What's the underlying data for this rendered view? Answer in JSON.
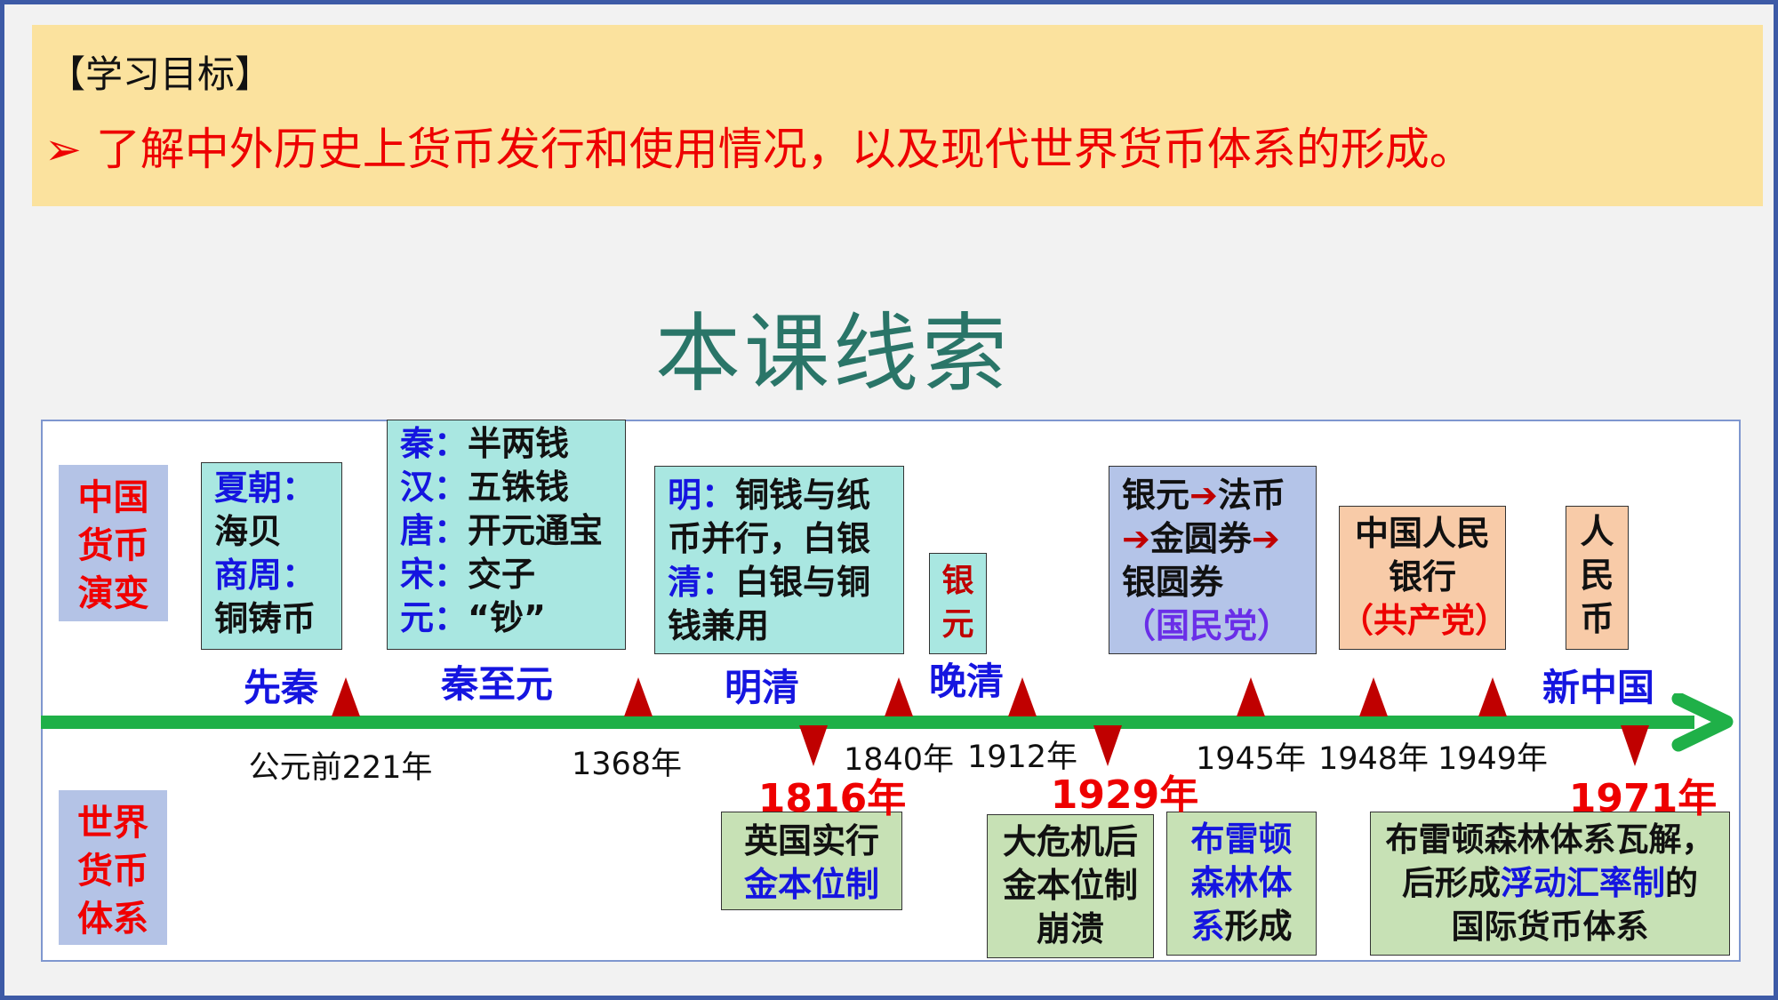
{
  "colors": {
    "k": "#111111",
    "b": "#1515e0",
    "r": "#ee0000",
    "dr": "#c00000",
    "p": "#6a2ee8",
    "arrow": "#c00000",
    "green": "#1fb048"
  },
  "goal": {
    "title": "【学习目标】",
    "bullet": "➢",
    "text": "了解中外历史上货币发行和使用情况，以及现代世界货币体系的形成。"
  },
  "title": "本课线索",
  "side": {
    "china": [
      "中国",
      "货币",
      "演变"
    ],
    "world": [
      "世界",
      "货币",
      "体系"
    ]
  },
  "china_boxes": [
    {
      "lines": [
        [
          {
            "t": "夏朝：",
            "c": "b"
          }
        ],
        [
          {
            "t": "海贝",
            "c": "k"
          }
        ],
        [
          {
            "t": "商周：",
            "c": "b"
          }
        ],
        [
          {
            "t": "铜铸币",
            "c": "k"
          }
        ]
      ]
    },
    {
      "lines": [
        [
          {
            "t": "秦：",
            "c": "b"
          },
          {
            "t": "半两钱",
            "c": "k"
          }
        ],
        [
          {
            "t": "汉：",
            "c": "b"
          },
          {
            "t": "五铢钱",
            "c": "k"
          }
        ],
        [
          {
            "t": "唐：",
            "c": "b"
          },
          {
            "t": "开元通宝",
            "c": "k"
          }
        ],
        [
          {
            "t": "宋：",
            "c": "b"
          },
          {
            "t": "交子",
            "c": "k"
          }
        ],
        [
          {
            "t": "元：",
            "c": "b"
          },
          {
            "t": "“钞”",
            "c": "k"
          }
        ]
      ]
    },
    {
      "lines": [
        [
          {
            "t": "明：",
            "c": "b"
          },
          {
            "t": "铜钱与纸",
            "c": "k"
          }
        ],
        [
          {
            "t": "币并行，白银",
            "c": "k"
          }
        ],
        [
          {
            "t": "清：",
            "c": "b"
          },
          {
            "t": "白银与铜",
            "c": "k"
          }
        ],
        [
          {
            "t": "钱兼用",
            "c": "k"
          }
        ]
      ]
    },
    {
      "lines": [
        [
          {
            "t": "银",
            "c": "dr"
          }
        ],
        [
          {
            "t": "元",
            "c": "dr"
          }
        ]
      ]
    },
    {
      "lines": [
        [
          {
            "t": "银元",
            "c": "k"
          },
          {
            "t": "➔",
            "c": "arrow"
          },
          {
            "t": "法币",
            "c": "k"
          }
        ],
        [
          {
            "t": "➔",
            "c": "arrow"
          },
          {
            "t": "金圆券",
            "c": "k"
          },
          {
            "t": "➔",
            "c": "arrow"
          }
        ],
        [
          {
            "t": "银圆券",
            "c": "k"
          }
        ],
        [
          {
            "t": "（国民党）",
            "c": "p"
          }
        ]
      ]
    },
    {
      "lines": [
        [
          {
            "t": "中国人民",
            "c": "k"
          }
        ],
        [
          {
            "t": "银行",
            "c": "k"
          }
        ],
        [
          {
            "t": "（共产党）",
            "c": "r"
          }
        ]
      ]
    },
    {
      "lines": [
        [
          {
            "t": "人",
            "c": "k"
          }
        ],
        [
          {
            "t": "民",
            "c": "k"
          }
        ],
        [
          {
            "t": "币",
            "c": "k"
          }
        ]
      ]
    }
  ],
  "world_boxes": [
    {
      "lines": [
        [
          {
            "t": "英国实行",
            "c": "k"
          }
        ],
        [
          {
            "t": "金本位制",
            "c": "b"
          }
        ]
      ]
    },
    {
      "lines": [
        [
          {
            "t": "大危机后",
            "c": "k"
          }
        ],
        [
          {
            "t": "金本位制",
            "c": "k"
          }
        ],
        [
          {
            "t": "崩溃",
            "c": "k"
          }
        ]
      ]
    },
    {
      "lines": [
        [
          {
            "t": "布雷顿",
            "c": "b"
          }
        ],
        [
          {
            "t": "森林体",
            "c": "b"
          }
        ],
        [
          {
            "t": "系",
            "c": "b"
          },
          {
            "t": "形成",
            "c": "k"
          }
        ]
      ]
    },
    {
      "lines": [
        [
          {
            "t": "布雷顿森林体系瓦解，",
            "c": "k"
          }
        ],
        [
          {
            "t": "后形成",
            "c": "k"
          },
          {
            "t": "浮动汇率制",
            "c": "b"
          },
          {
            "t": "的",
            "c": "k"
          }
        ],
        [
          {
            "t": "国际货币体系",
            "c": "k"
          }
        ]
      ]
    }
  ],
  "eras": [
    "先秦",
    "秦至元",
    "明清",
    "晚清",
    "新中国"
  ],
  "years_top": [
    "公元前221年",
    "1368年",
    "1840年",
    "1912年",
    "1945年",
    "1948年",
    "1949年"
  ],
  "years_bottom": [
    "1816年",
    "1929年",
    "1971年"
  ]
}
